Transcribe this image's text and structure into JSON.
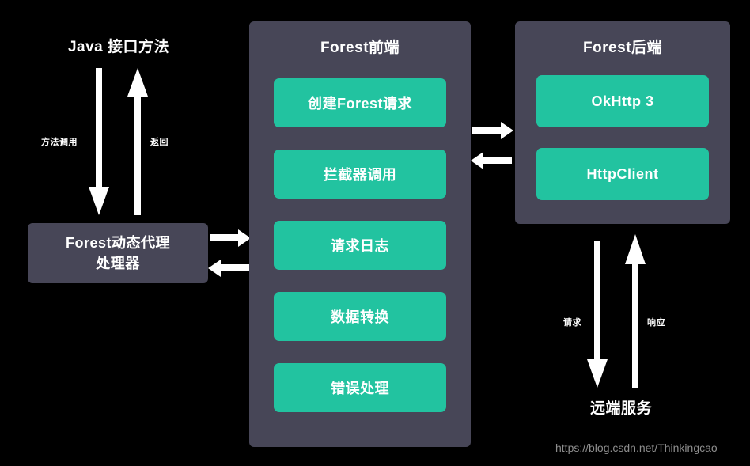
{
  "diagram": {
    "background_color": "#000000",
    "panel_color": "#474657",
    "accent_color": "#22C3A0",
    "text_color": "#ffffff"
  },
  "left": {
    "title": "Java 接口方法",
    "proxy_box": {
      "line1": "Forest动态代理",
      "line2": "处理器"
    },
    "labels": {
      "call": "方法调用",
      "return": "返回"
    }
  },
  "frontend": {
    "heading": "Forest前端",
    "steps": [
      {
        "label": "创建Forest请求"
      },
      {
        "label": "拦截器调用"
      },
      {
        "label": "请求日志"
      },
      {
        "label": "数据转换"
      },
      {
        "label": "错误处理"
      }
    ]
  },
  "backend": {
    "heading": "Forest后端",
    "clients": [
      {
        "label": "OkHttp 3"
      },
      {
        "label": "HttpClient"
      }
    ]
  },
  "remote": {
    "title": "远端服务",
    "labels": {
      "request": "请求",
      "response": "响应"
    }
  },
  "watermark": {
    "text": "https://blog.csdn.net/Thinkingcao"
  }
}
